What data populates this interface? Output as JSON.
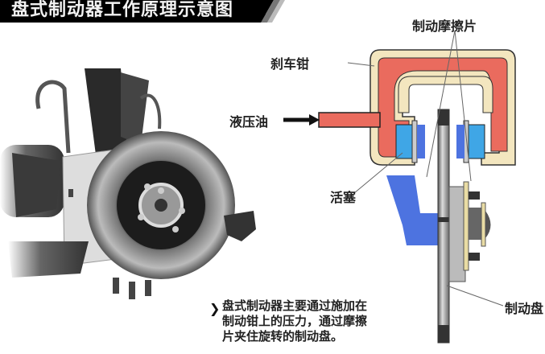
{
  "header": {
    "title": "盘式制动器工作原理示意图"
  },
  "labels": {
    "friction_pads": "制动摩擦片",
    "caliper": "刹车钳",
    "hydraulic_oil": "液压油",
    "piston": "活塞",
    "brake_disc": "制动盘"
  },
  "description": {
    "bullet": "❯",
    "lines": [
      "盘式制动器主要通过施加在",
      "制动钳上的压力，通过摩擦",
      "片夹住旋转的制动盘。"
    ]
  },
  "colors": {
    "caliper_outer": "#f3e6bf",
    "caliper_fluid": "#ea6b5e",
    "piston": "#3fa6e6",
    "bracket": "#4d73e0",
    "disc": "#a9a9a9",
    "header_bg": "#000000"
  }
}
